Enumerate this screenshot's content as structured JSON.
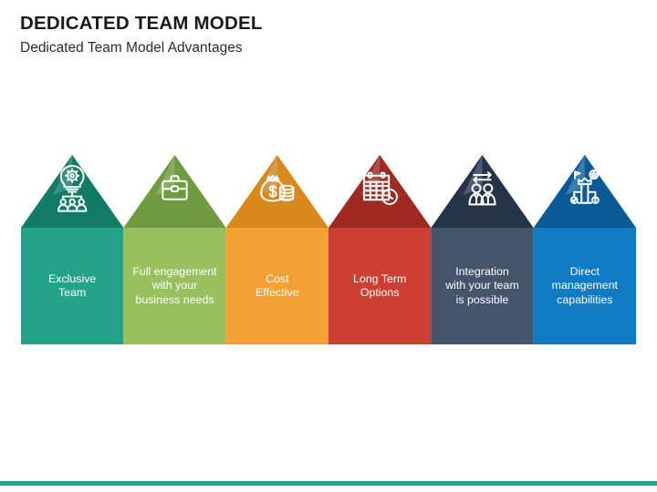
{
  "header": {
    "title": "DEDICATED TEAM MODEL",
    "subtitle": "Dedicated Team Model Advantages"
  },
  "theme": {
    "background": "#ffffff",
    "title_color": "#1a1a1a",
    "subtitle_color": "#2b2b2b",
    "label_color": "#ffffff",
    "bottom_bar_color": "#27a185"
  },
  "diagram": {
    "type": "arrow-pentagon-row",
    "count": 6,
    "items": [
      {
        "index": 1,
        "label": "Exclusive\nTeam",
        "icon": "lightbulb-gear-team-icon",
        "body_color": "#23a387",
        "peak_color": "#137a65",
        "facet_color": "#3d9583"
      },
      {
        "index": 2,
        "label": "Full engagement\nwith your\nbusiness needs",
        "icon": "briefcase-icon",
        "body_color": "#98c05e",
        "peak_color": "#6f9a3f",
        "facet_color": "#8cab63"
      },
      {
        "index": 3,
        "label": "Cost\nEffective",
        "icon": "money-bag-coins-icon",
        "body_color": "#f4a134",
        "peak_color": "#d9891b",
        "facet_color": "#d09c57"
      },
      {
        "index": 4,
        "label": "Long Term\nOptions",
        "icon": "calendar-clock-icon",
        "body_color": "#cc3f33",
        "peak_color": "#9e2a22",
        "facet_color": "#a8554c"
      },
      {
        "index": 5,
        "label": "Integration\nwith your team\nis possible",
        "icon": "two-people-exchange-icon",
        "body_color": "#44546a",
        "peak_color": "#26344a",
        "facet_color": "#53607a"
      },
      {
        "index": 6,
        "label": "Direct\nmanagement\ncapabilities",
        "icon": "management-leader-icon",
        "body_color": "#0f7bc4",
        "peak_color": "#095a96",
        "facet_color": "#3f7fae"
      }
    ]
  }
}
